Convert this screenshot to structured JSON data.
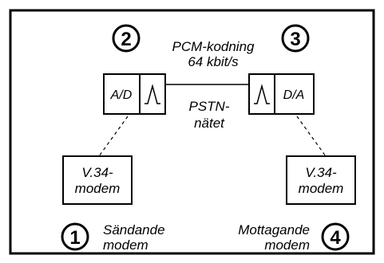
{
  "markers": {
    "m1": "1",
    "m2": "2",
    "m3": "3",
    "m4": "4"
  },
  "pcm": {
    "line1": "PCM-kodning",
    "line2": "64 kbit/s"
  },
  "pstn": {
    "line1": "PSTN-",
    "line2": "nätet"
  },
  "converters": {
    "ad": "A/D",
    "da": "D/A"
  },
  "modems": {
    "left": {
      "line1": "V.34-",
      "line2": "modem"
    },
    "right": {
      "line1": "V.34-",
      "line2": "modem"
    }
  },
  "labels": {
    "sender": {
      "line1": "Sändande",
      "line2": "modem"
    },
    "receiver": {
      "line1": "Mottagande",
      "line2": "modem"
    }
  }
}
